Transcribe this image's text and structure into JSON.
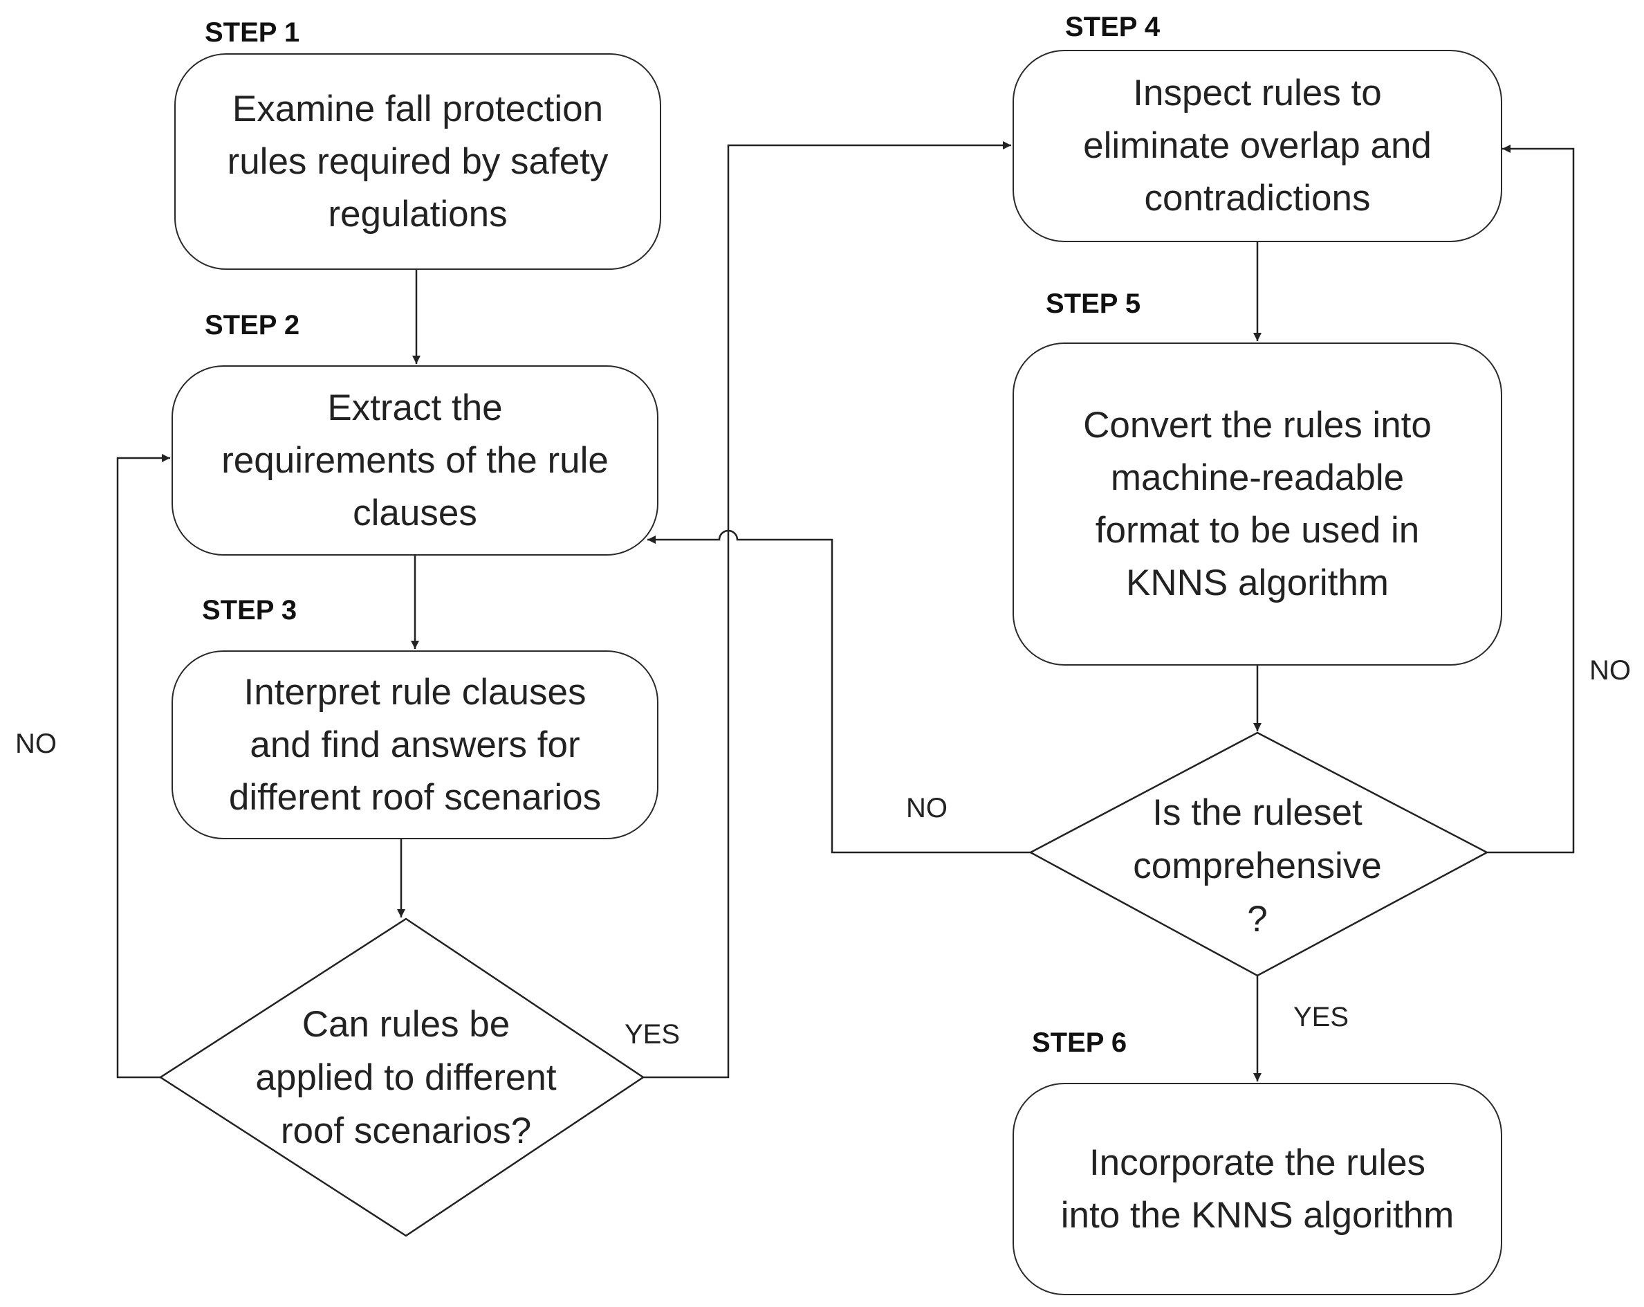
{
  "diagram": {
    "step_labels": {
      "s1": "STEP 1",
      "s2": "STEP 2",
      "s3": "STEP 3",
      "s4": "STEP 4",
      "s5": "STEP 5",
      "s6": "STEP 6"
    },
    "boxes": {
      "b1": "Examine fall protection\nrules required by safety\nregulations",
      "b2": "Extract the\nrequirements of the rule\nclauses",
      "b3": "Interpret rule clauses\nand find answers for\ndifferent roof scenarios",
      "b4": "Inspect rules to\neliminate overlap and\ncontradictions",
      "b5": "Convert the rules into\nmachine-readable\nformat to be used in\nKNNS algorithm",
      "b6": "Incorporate the rules\ninto the KNNS algorithm"
    },
    "decisions": {
      "d1": "Can rules be\napplied to different\nroof scenarios?",
      "d2": "Is the ruleset\ncomprehensive\n?"
    },
    "edge_labels": {
      "d1_no": "NO",
      "d1_yes": "YES",
      "d2_no_left": "NO",
      "d2_no_right": "NO",
      "d2_yes": "YES"
    }
  }
}
